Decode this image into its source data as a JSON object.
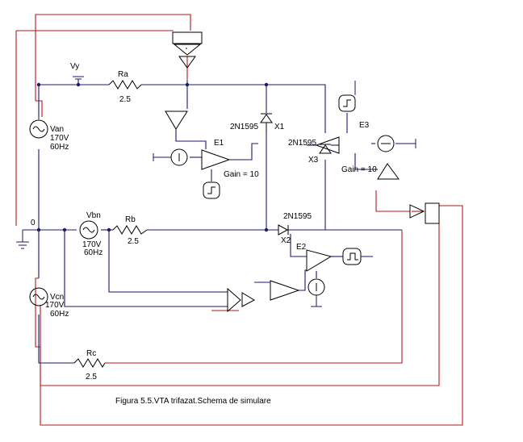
{
  "labels": {
    "vy": "Vy",
    "ra": "Ra",
    "ra_value": "2.5",
    "rb": "Rb",
    "rb_value": "2.5",
    "rc": "Rc",
    "rc_value": "2.5",
    "van": "Van",
    "van_volt": "170V",
    "van_freq": "60Hz",
    "vbn": "Vbn",
    "vbn_volt": "170V",
    "vbn_freq": "60Hz",
    "vcn": "Vcn",
    "vcn_volt": "170V",
    "vcn_freq": "60Hz",
    "ground": "0",
    "e1": "E1",
    "e2": "E2",
    "e3": "E3",
    "x1": "X1",
    "x2": "X2",
    "x3": "X3",
    "thyristor_x1": "2N1595",
    "thyristor_x2": "2N1595",
    "thyristor_x3": "2N1595",
    "gain_e1": "Gain = 10",
    "gain_e3": "Gain = 10",
    "caption": "Figura 5.5.VTA trifazat.Schema de simulare"
  },
  "colors": {
    "blue_wire": "#1a1a6e",
    "red_wire": "#b51a1a",
    "component": "#000000"
  }
}
